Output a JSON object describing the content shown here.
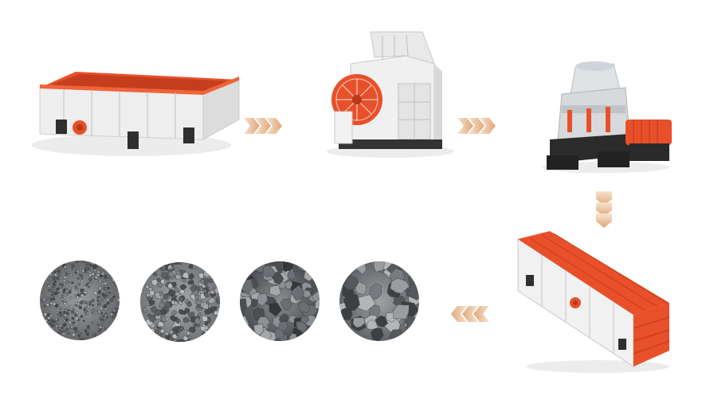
{
  "diagram": {
    "steps": [
      {
        "name": "vibrating-feeder"
      },
      {
        "name": "jaw-crusher"
      },
      {
        "name": "cone-crusher"
      },
      {
        "name": "vibrating-screen"
      }
    ],
    "outputs": [
      {
        "name": "fine-aggregate"
      },
      {
        "name": "small-aggregate"
      },
      {
        "name": "medium-aggregate"
      },
      {
        "name": "coarse-aggregate"
      }
    ],
    "flow_arrows": [
      "feeder-to-jaw",
      "jaw-to-cone",
      "cone-to-screen",
      "screen-to-aggregates"
    ]
  },
  "colors": {
    "accent_orange": "#e8502a",
    "machine_white": "#f2f2f2",
    "machine_gray": "#c9cdd0",
    "dark_base": "#2a2a2a",
    "arrow_tan": "#e2b894",
    "stone_dark": "#4a4d50",
    "stone_light": "#8c8f92"
  }
}
